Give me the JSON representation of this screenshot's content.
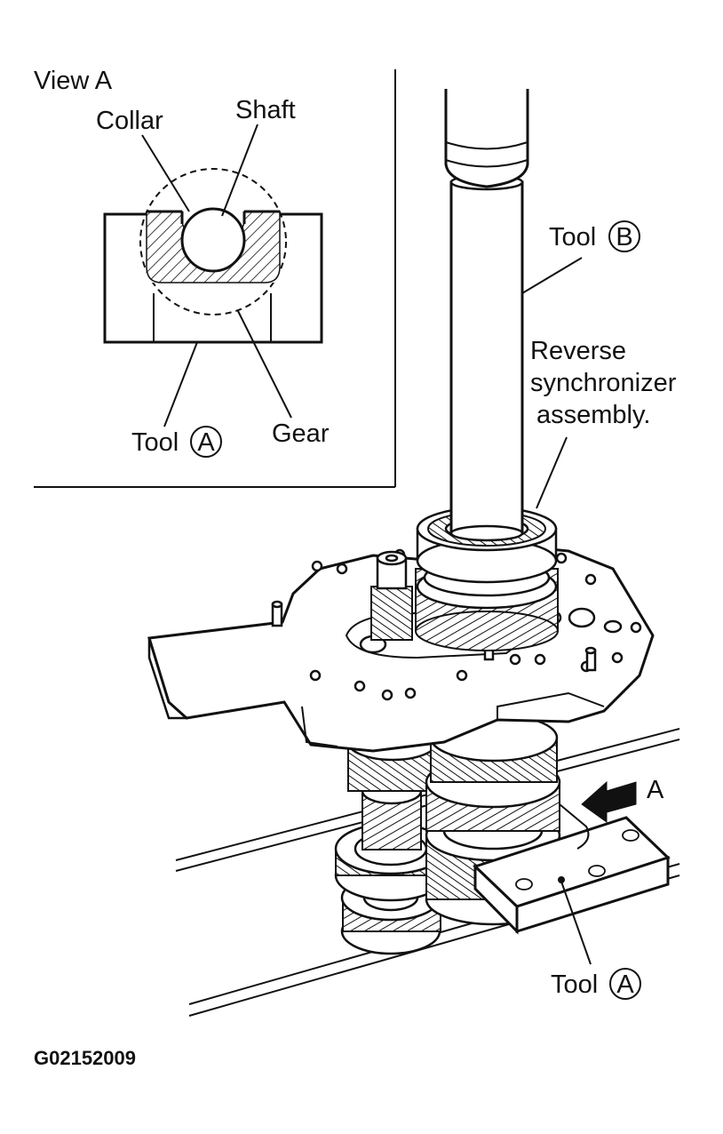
{
  "inset": {
    "title": "View A",
    "labels": {
      "collar": "Collar",
      "shaft": "Shaft",
      "tool_a_word": "Tool",
      "tool_a_letter": "A",
      "gear": "Gear"
    }
  },
  "main": {
    "labels": {
      "tool_b_word": "Tool",
      "tool_b_letter": "B",
      "reverse_line1": "Reverse",
      "reverse_line2": "synchronizer",
      "reverse_line3": "assembly.",
      "view_arrow": "A",
      "tool_a_word": "Tool",
      "tool_a_letter": "A"
    }
  },
  "figure_id": "G02152009"
}
